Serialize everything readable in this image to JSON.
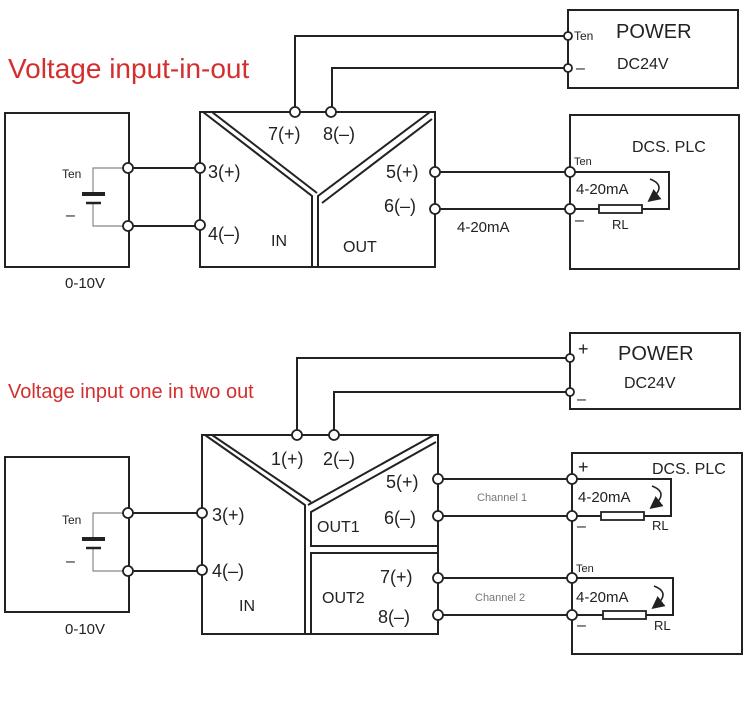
{
  "colors": {
    "title": "#d32f2f",
    "line": "#222222",
    "channel_text": "#777777"
  },
  "diagram1": {
    "title": "Voltage input-in-out",
    "source": {
      "label": "0-10V",
      "plus": "Ten",
      "minus": "–"
    },
    "isolator": {
      "power_terminals": [
        "7(+)",
        "8(–)"
      ],
      "in_terminals": [
        "3(+)",
        "4(–)"
      ],
      "out_terminals": [
        "5(+)",
        "6(–)"
      ],
      "in_label": "IN",
      "out_label": "OUT"
    },
    "power": {
      "title": "POWER",
      "voltage": "DC24V",
      "plus": "Ten",
      "minus": "–"
    },
    "loop_label": "4-20mA",
    "plc": {
      "title": "DCS. PLC",
      "plus": "Ten",
      "minus": "–",
      "current": "4-20mA",
      "resistor": "RL"
    }
  },
  "diagram2": {
    "title": "Voltage input one in two out",
    "source": {
      "label": "0-10V",
      "plus": "Ten",
      "minus": "–"
    },
    "isolator": {
      "power_terminals": [
        "1(+)",
        "2(–)"
      ],
      "in_terminals": [
        "3(+)",
        "4(–)"
      ],
      "out1_terminals": [
        "5(+)",
        "6(–)"
      ],
      "out2_terminals": [
        "7(+)",
        "8(–)"
      ],
      "in_label": "IN",
      "out1_label": "OUT1",
      "out2_label": "OUT2"
    },
    "power": {
      "title": "POWER",
      "voltage": "DC24V",
      "plus": "+",
      "minus": "–"
    },
    "channels": [
      "Channel 1",
      "Channel 2"
    ],
    "plc": {
      "title": "DCS. PLC",
      "loops": [
        {
          "plus": "+",
          "minus": "–",
          "current": "4-20mA",
          "resistor": "RL"
        },
        {
          "plus": "Ten",
          "minus": "–",
          "current": "4-20mA",
          "resistor": "RL"
        }
      ]
    }
  }
}
